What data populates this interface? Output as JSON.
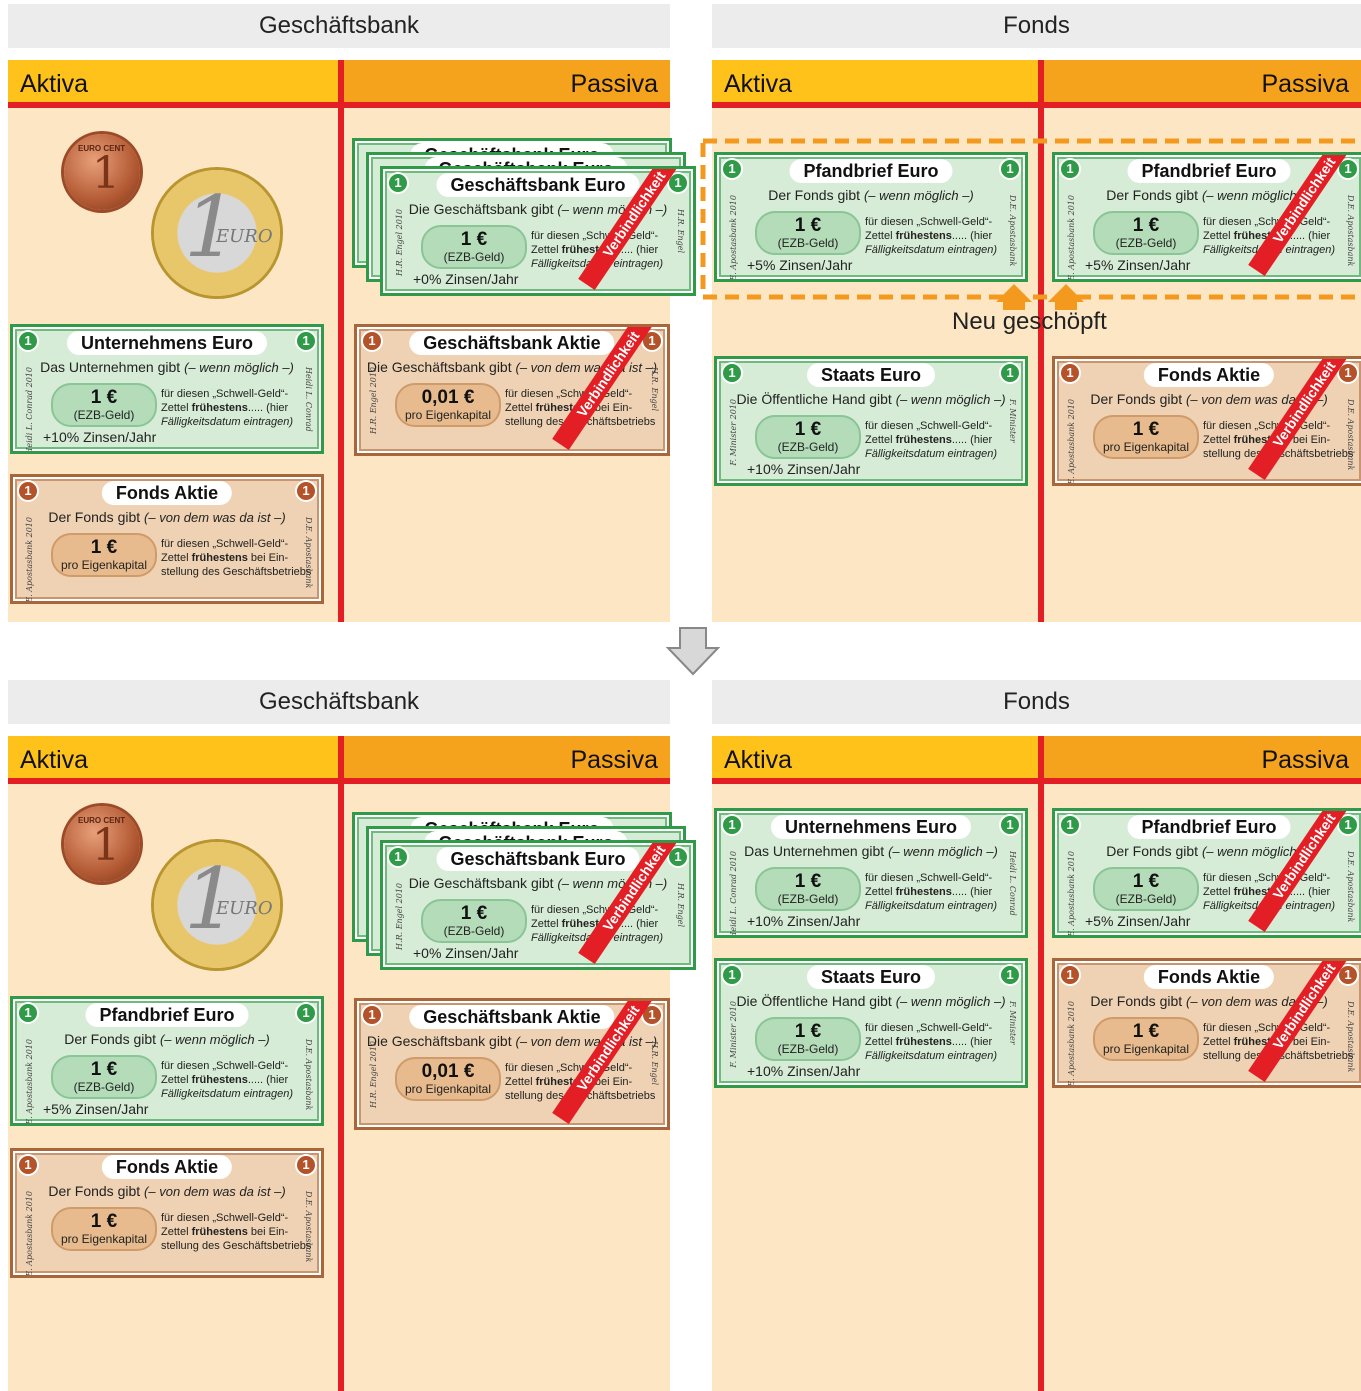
{
  "labels": {
    "bank": "Geschäftsbank",
    "fonds": "Fonds",
    "aktiva": "Aktiva",
    "passiva": "Passiva",
    "neu": "Neu geschöpft",
    "verbindlichkeit": "Verbindlichkeit"
  },
  "coins": {
    "cent_top": "EURO CENT",
    "cent_num": "1",
    "euro_num": "1",
    "euro_word": "EURO"
  },
  "notes": {
    "gb_euro": {
      "num": "1",
      "title": "Geschäftsbank Euro",
      "giver": "Die Geschäftsbank gibt",
      "cond": "(– wenn möglich –)",
      "value": "1 €",
      "valsub": "(EZB-Geld)",
      "t1": "für diesen „Schwell-Geld“-",
      "t2a": "Zettel ",
      "t2b": "frühestens",
      "t2c": "..... (hier",
      "t3": "Fälligkeitsdatum eintragen)",
      "rate": "+0% Zinsen/Jahr",
      "sigL": "H.R. Engel 2010",
      "sigR": "H.R. Engel"
    },
    "gb_euro_stub": {
      "title": "Geschäftsbank Euro"
    },
    "ue_euro": {
      "num": "1",
      "title": "Unternehmens Euro",
      "giver": "Das Unternehmen gibt",
      "cond": "(– wenn möglich –)",
      "value": "1 €",
      "valsub": "(EZB-Geld)",
      "t1": "für diesen „Schwell-Geld“-",
      "t2a": "Zettel ",
      "t2b": "frühestens",
      "t2c": "..... (hier",
      "t3": "Fälligkeitsdatum eintragen)",
      "rate": "+10% Zinsen/Jahr",
      "sigL": "Heidi L. Conrad 2010",
      "sigR": "Heidi L. Conrad"
    },
    "fonds_aktie": {
      "num": "1",
      "title": "Fonds Aktie",
      "giver": "Der Fonds gibt",
      "cond": "(– von dem was da ist –)",
      "value": "1 €",
      "valsub": "pro Eigenkapital",
      "t1": "für diesen „Schwell-Geld“-",
      "t2a": "Zettel ",
      "t2b": "frühestens",
      "t2c": " bei Ein-",
      "t3": "stellung des Geschäftsbetriebs",
      "sigL": "D.E. Apostasbank 2010",
      "sigR": "D.E. Apostasbank"
    },
    "gb_aktie": {
      "num": "1",
      "title": "Geschäftsbank Aktie",
      "giver": "Die Geschäftsbank gibt",
      "cond": "(– von dem was da ist –)",
      "value": "0,01 €",
      "valsub": "pro Eigenkapital",
      "t1": "für diesen „Schwell-Geld“-",
      "t2a": "Zettel ",
      "t2b": "frühestens",
      "t2c": " bei Ein-",
      "t3": "stellung des Geschäftsbetriebs",
      "sigL": "H.R. Engel 2010",
      "sigR": "H.R. Engel"
    },
    "pfandbrief": {
      "num": "1",
      "title": "Pfandbrief Euro",
      "giver": "Der Fonds gibt",
      "cond": "(– wenn möglich –)",
      "value": "1 €",
      "valsub": "(EZB-Geld)",
      "t1": "für diesen „Schwell-Geld“-",
      "t2a": "Zettel ",
      "t2b": "frühestens",
      "t2c": "..... (hier",
      "t3": "Fälligkeitsdatum eintragen)",
      "rate": "+5% Zinsen/Jahr",
      "sigL": "D.E. Apostasbank 2010",
      "sigR": "D.E. Apostasbank"
    },
    "staats": {
      "num": "1",
      "title": "Staats Euro",
      "giver": "Die Öffentliche Hand gibt",
      "cond": "(– wenn möglich –)",
      "value": "1 €",
      "valsub": "(EZB-Geld)",
      "t1": "für diesen „Schwell-Geld“-",
      "t2a": "Zettel ",
      "t2b": "frühestens",
      "t2c": "..... (hier",
      "t3": "Fälligkeitsdatum eintragen)",
      "rate": "+10% Zinsen/Jahr",
      "sigL": "F. Minister 2010",
      "sigR": "F. Minister"
    }
  },
  "colors": {
    "aktiva": "#ffc21a",
    "passiva": "#f5a21d",
    "red": "#e31e24",
    "column": "#fde6c4",
    "green_note": "#d6ecd6",
    "brown_note": "#efd2b3",
    "arrow": "#f39a1e"
  }
}
